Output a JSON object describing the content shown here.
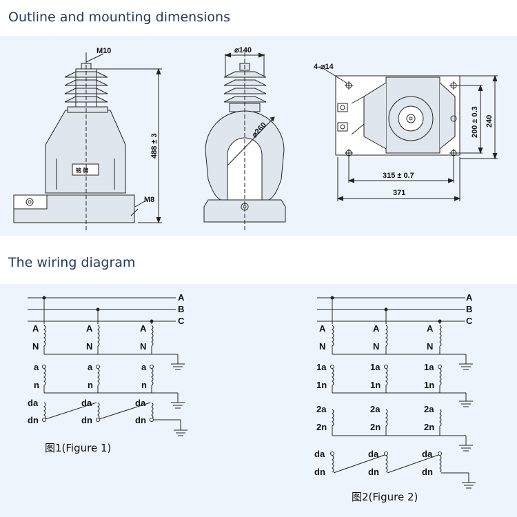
{
  "headings": {
    "outline": "Outline and mounting dimensions",
    "wiring": "The wiring diagram"
  },
  "outline": {
    "m10": "M10",
    "m8": "M8",
    "height": "488 ± 3",
    "nameplate": "铭 牌",
    "top_dia": "⌀140",
    "body_dia": "⌀260",
    "holes": "4-⌀14",
    "bolt_span": "315 ± 0.7",
    "length": "371",
    "bolt_depth": "200 ± 0.3",
    "width": "240"
  },
  "phases": [
    "A",
    "B",
    "C"
  ],
  "figure1": {
    "caption": "图1(Figure 1)",
    "primary_labels": [
      "A",
      "N"
    ],
    "secondary_labels": [
      "a",
      "n"
    ],
    "residual_labels": [
      "da",
      "dn"
    ]
  },
  "figure2": {
    "caption": "图2(Figure 2)",
    "primary_labels": [
      "A",
      "N"
    ],
    "secondary1_labels": [
      "1a",
      "1n"
    ],
    "secondary2_labels": [
      "2a",
      "2n"
    ],
    "residual_labels": [
      "da",
      "dn"
    ]
  },
  "colors": {
    "heading": "#1f3a5a",
    "panel": "#eef4fb",
    "drawing": "#222222",
    "body_fill": "#dfe6ee"
  }
}
